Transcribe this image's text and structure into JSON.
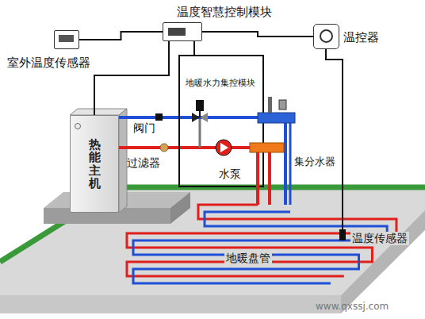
{
  "diagram": {
    "nodes": [
      {
        "text": [
          "室外温度传感器"
        ]
      },
      {
        "text": [
          "温度智慧控制模块"
        ]
      },
      {
        "text": [
          "温控器"
        ]
      },
      {
        "text": [
          "热能主机"
        ]
      }
    ],
    "edges": [
      {
        "from": 0,
        "to": 1,
        "arrow": "none"
      },
      {
        "from": 1,
        "to": 2,
        "arrow": "none"
      },
      {
        "from": 1,
        "to": 3,
        "arrow": "none"
      }
    ],
    "labels": [
      "地暖水力集控模块",
      "阀门",
      "过滤器",
      "水泵",
      "集分水器",
      "温度传感器",
      "地暖盘管",
      "www.qxssj.com"
    ]
  }
}
